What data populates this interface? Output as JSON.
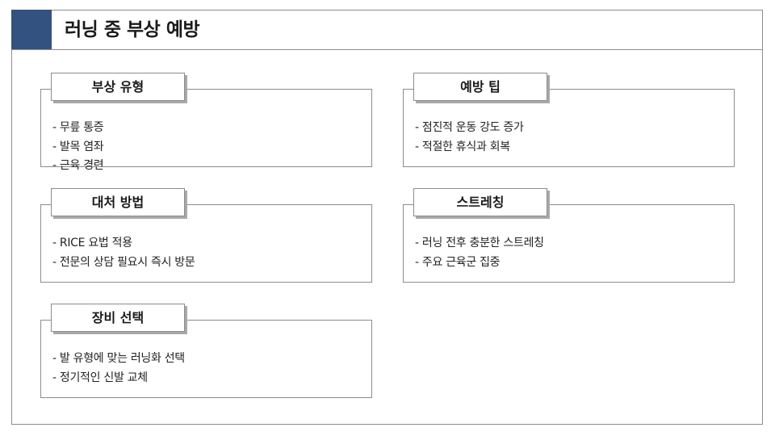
{
  "page": {
    "title": "러닝 중 부상 예방",
    "accent_color": "#34527f",
    "border_color": "#8c8c8c"
  },
  "cards": [
    {
      "title": "부상 유형",
      "items": [
        "- 무릎 통증",
        "- 발목 염좌",
        "- 근육 경련"
      ]
    },
    {
      "title": "예방 팁",
      "items": [
        "- 점진적 운동 강도 증가",
        "- 적절한 휴식과 회복"
      ]
    },
    {
      "title": "대처 방법",
      "items": [
        "- RICE 요법 적용",
        "- 전문의 상담 필요시 즉시 방문"
      ]
    },
    {
      "title": "스트레칭",
      "items": [
        "- 러닝 전후 충분한 스트레칭",
        "- 주요 근육군 집중"
      ]
    },
    {
      "title": "장비 선택",
      "items": [
        "- 발 유형에 맞는 러닝화 선택",
        "- 정기적인 신발 교체"
      ]
    }
  ]
}
